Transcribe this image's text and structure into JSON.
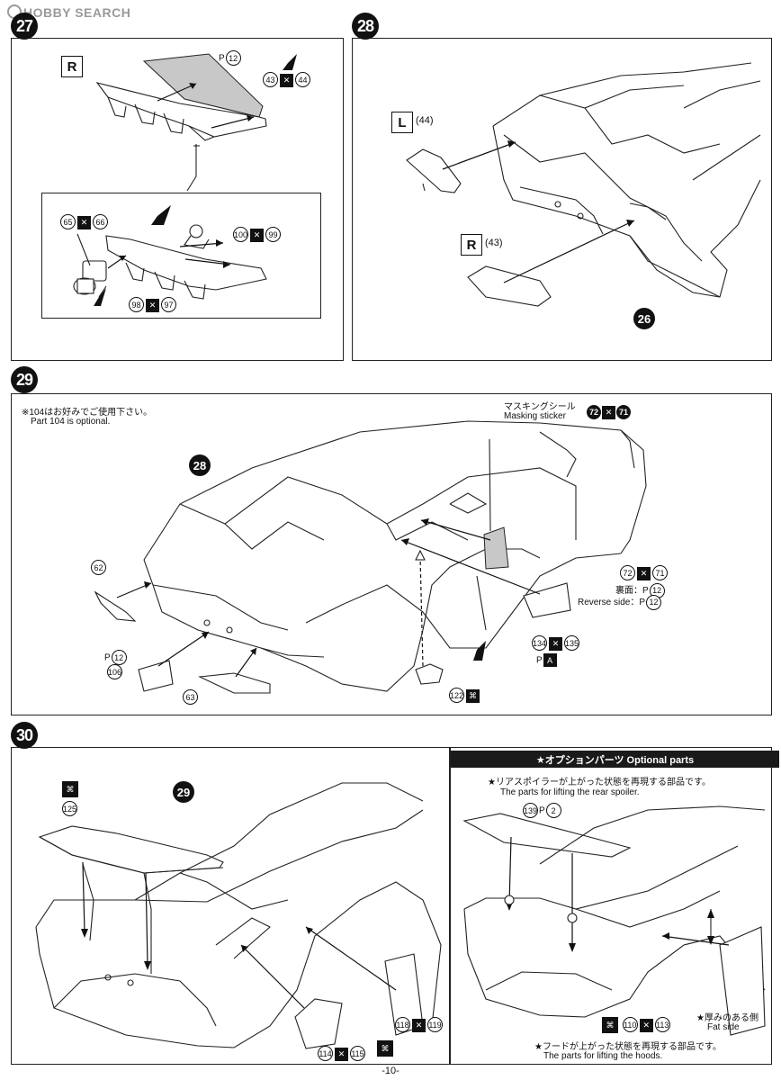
{
  "watermark": {
    "text": "HOBBY SEARCH"
  },
  "steps": {
    "s27": {
      "num": "27"
    },
    "s28": {
      "num": "28"
    },
    "s29": {
      "num": "29"
    },
    "s30": {
      "num": "30"
    }
  },
  "step27": {
    "side": "R",
    "plating_code": "P",
    "plating_num": "12",
    "parts_top_left": "43",
    "parts_top_right": "44",
    "detail_left_a": "65",
    "detail_left_b": "66",
    "detail_right_a": "100",
    "detail_right_b": "99",
    "detail_bottom_a": "98",
    "detail_bottom_b": "97"
  },
  "step28": {
    "left_label": "L",
    "left_part": "(44)",
    "right_label": "R",
    "right_part": "(43)",
    "ref_step": "26"
  },
  "step29": {
    "note_jp": "※104はお好みでご使用下さい。",
    "note_en": "Part 104 is optional.",
    "ref_step": "28",
    "mask_jp": "マスキングシール",
    "mask_en": "Masking sticker",
    "mask_a": "72",
    "mask_b": "71",
    "side_a": "72",
    "side_b": "71",
    "reverse_jp": "裏面：",
    "reverse_en": "Reverse side：",
    "reverse_num": "12",
    "part_62": "62",
    "part_106": "106",
    "part_63": "63",
    "plate_12": "12",
    "part_134": "134",
    "part_135": "135",
    "plate_a": "A",
    "part_122": "122"
  },
  "step30": {
    "ref_step": "29",
    "part_125": "125",
    "part_118": "118",
    "part_119": "119",
    "part_114": "114",
    "part_115": "115"
  },
  "optional": {
    "header": "★オプションパーツ Optional parts",
    "spoiler_jp": "★リアスポイラーが上がった状態を再現する部品です。",
    "spoiler_en": "The parts for lifting the rear spoiler.",
    "part_139": "139",
    "plate_2": "2",
    "fat_jp": "★厚みのある側",
    "fat_en": "Fat side",
    "part_110": "110",
    "part_113": "113",
    "hood_jp": "★フードが上がった状態を再現する部品です。",
    "hood_en": "The parts for lifting the hoods."
  },
  "footer": {
    "page": "-10-"
  }
}
